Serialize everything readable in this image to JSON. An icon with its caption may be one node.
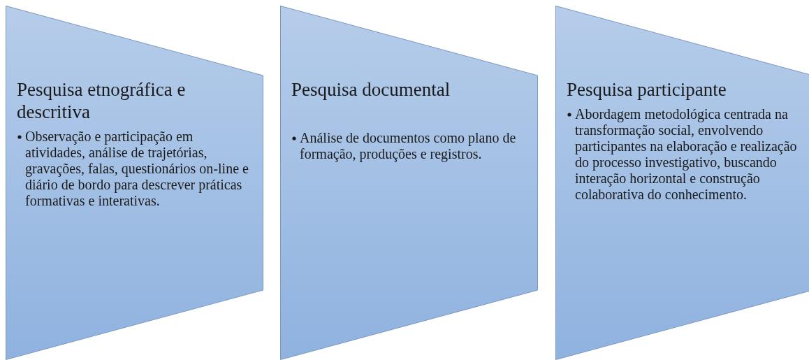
{
  "diagram": {
    "nodes": [
      {
        "text": [
          "Pesquisa etnográfica e descritiva",
          "Observação e participação em atividades, análise de trajetórias, gravações, falas, questionários on-line e diário de bordo para descrever práticas formativas e interativas."
        ]
      },
      {
        "text": [
          "Pesquisa documental",
          "Análise de documentos como plano de formação, produções e registros."
        ]
      },
      {
        "text": [
          "Pesquisa participante",
          "Abordagem metodológica centrada na transformação social, envolvendo participantes na elaboração e realização do processo investigativo, buscando interação horizontal e construção colaborativa do conhecimento."
        ]
      }
    ]
  }
}
